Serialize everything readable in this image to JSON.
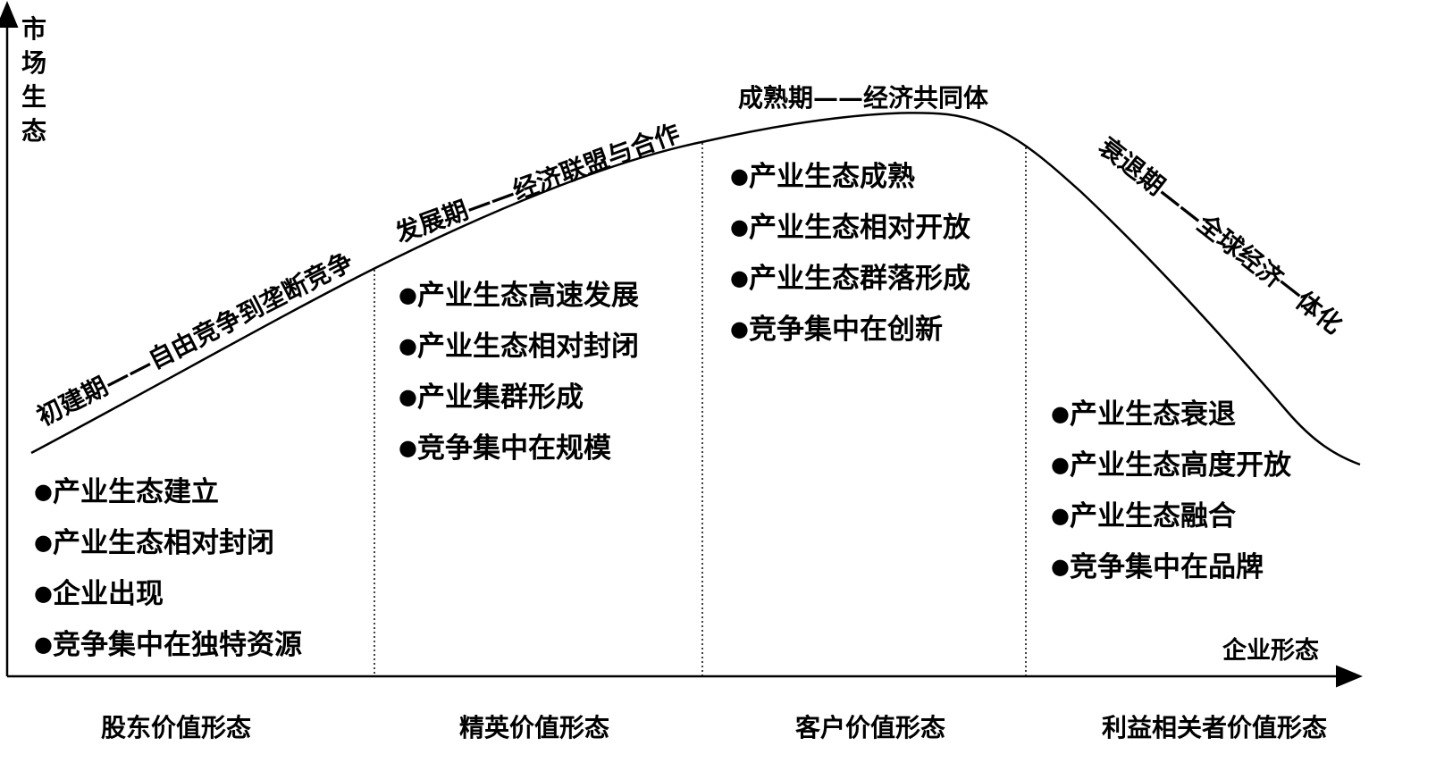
{
  "y_axis_label": "市场生态",
  "x_axis_label": "企业形态",
  "stages": [
    {
      "label": "初建期——自由竞争到垄断竞争",
      "items": [
        "产业生态建立",
        "产业生态相对封闭",
        "企业出现",
        "竞争集中在独特资源"
      ],
      "form": "股东价值形态"
    },
    {
      "label": "发展期——经济联盟与合作",
      "items": [
        "产业生态高速发展",
        "产业生态相对封闭",
        "产业集群形成",
        "竞争集中在规模"
      ],
      "form": "精英价值形态"
    },
    {
      "label": "成熟期——经济共同体",
      "items": [
        "产业生态成熟",
        "产业生态相对开放",
        "产业生态群落形成",
        "竞争集中在创新"
      ],
      "form": "客户价值形态"
    },
    {
      "label": "衰退期——全球经济一体化",
      "items": [
        "产业生态衰退",
        "产业生态高度开放",
        "产业生态融合",
        "竞争集中在品牌"
      ],
      "form": "利益相关者价值形态"
    }
  ]
}
